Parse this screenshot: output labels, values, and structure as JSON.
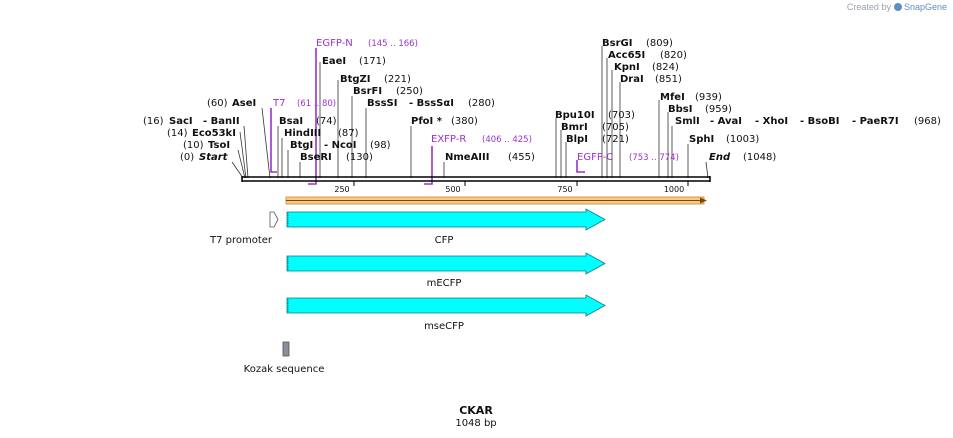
{
  "credit": {
    "prefix": "Created by",
    "brand": "SnapGene"
  },
  "sequence": {
    "name": "CKAR",
    "length_label": "1048 bp",
    "length": 1048
  },
  "colors": {
    "feature_arrow": "#00ffff",
    "primer": "#9933cc",
    "orf": "#f0a030",
    "text": "#111111",
    "kozak": "#8a8f98"
  },
  "ruler_ticks": [
    "250",
    "500",
    "750",
    "1000"
  ],
  "sites_left": [
    {
      "name": "AseI",
      "pos": "(60)"
    },
    {
      "name": "SacI",
      "pos": "(16)"
    },
    {
      "name": "- BanII",
      "pos": ""
    },
    {
      "name": "Eco53kI",
      "pos": "(14)"
    },
    {
      "name": "TsoI",
      "pos": "(10)"
    },
    {
      "name": "Start",
      "pos": "(0)"
    }
  ],
  "sites_mid": [
    {
      "name": "EaeI",
      "pos": "(171)"
    },
    {
      "name": "BtgZI",
      "pos": "(221)"
    },
    {
      "name": "BsrFI",
      "pos": "(250)"
    },
    {
      "name": "BssSI",
      "pos": ""
    },
    {
      "name": "- BssSαI",
      "pos": "(280)"
    },
    {
      "name": "BsaI",
      "pos": "(74)"
    },
    {
      "name": "HindIII",
      "pos": "(87)"
    },
    {
      "name": "BtgI",
      "pos": ""
    },
    {
      "name": "- NcoI",
      "pos": "(98)"
    },
    {
      "name": "BseRI",
      "pos": "(130)"
    },
    {
      "name": "PfoI *",
      "pos": "(380)"
    },
    {
      "name": "NmeAIII",
      "pos": "(455)"
    }
  ],
  "sites_right": [
    {
      "name": "BsrGI",
      "pos": "(809)"
    },
    {
      "name": "Acc65I",
      "pos": "(820)"
    },
    {
      "name": "KpnI",
      "pos": "(824)"
    },
    {
      "name": "DraI",
      "pos": "(851)"
    },
    {
      "name": "Bpu10I",
      "pos": "(703)"
    },
    {
      "name": "BmrI",
      "pos": "(705)"
    },
    {
      "name": "BlpI",
      "pos": "(721)"
    },
    {
      "name": "MfeI",
      "pos": "(939)"
    },
    {
      "name": "BbsI",
      "pos": "(959)"
    },
    {
      "name": "SmlI",
      "pos": ""
    },
    {
      "name": "- AvaI",
      "pos": ""
    },
    {
      "name": "- XhoI",
      "pos": ""
    },
    {
      "name": "- BsoBI",
      "pos": ""
    },
    {
      "name": "- PaeR7I",
      "pos": "(968)"
    },
    {
      "name": "SphI",
      "pos": "(1003)"
    },
    {
      "name": "End",
      "pos": "(1048)"
    }
  ],
  "primers": [
    {
      "name": "T7",
      "range": ""
    },
    {
      "name": "EGFP-N",
      "range": "(145 .. 166)"
    },
    {
      "name": "",
      "range": "(61 .. 80)"
    },
    {
      "name": "EXFP-R",
      "range": "(406 .. 425)"
    },
    {
      "name": "EGFP-C",
      "range": "(753 .. 774)"
    }
  ],
  "features": {
    "t7_promoter": "T7 promoter",
    "arrows": [
      "CFP",
      "mECFP",
      "mseCFP"
    ],
    "kozak": "Kozak sequence"
  }
}
